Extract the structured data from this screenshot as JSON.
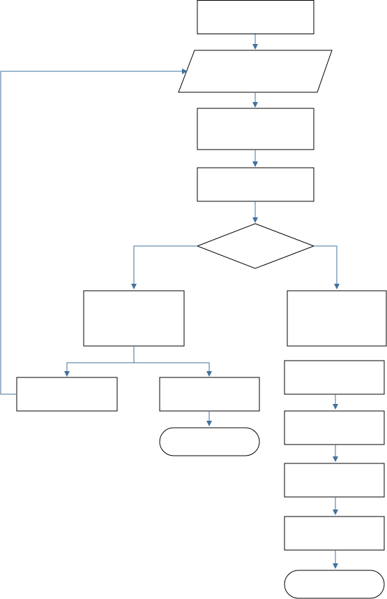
{
  "diagram": {
    "colors": {
      "connector": "#41719c",
      "stroke": "#000000",
      "fill": "#ffffff",
      "background": "#ffffff"
    },
    "nodes": [
      {
        "id": "start-box",
        "shape": "rect",
        "label": ""
      },
      {
        "id": "input-parallelogram",
        "shape": "parallelogram",
        "label": ""
      },
      {
        "id": "process-box-1",
        "shape": "rect",
        "label": ""
      },
      {
        "id": "process-box-2",
        "shape": "rect",
        "label": ""
      },
      {
        "id": "decision-diamond",
        "shape": "diamond",
        "label": ""
      },
      {
        "id": "left-branch-box",
        "shape": "rect",
        "label": ""
      },
      {
        "id": "right-branch-box",
        "shape": "rect",
        "label": ""
      },
      {
        "id": "loop-back-box",
        "shape": "rect",
        "label": ""
      },
      {
        "id": "left-sub-box",
        "shape": "rect",
        "label": ""
      },
      {
        "id": "left-terminator",
        "shape": "terminator",
        "label": ""
      },
      {
        "id": "right-step-1",
        "shape": "rect",
        "label": ""
      },
      {
        "id": "right-step-2",
        "shape": "rect",
        "label": ""
      },
      {
        "id": "right-step-3",
        "shape": "rect",
        "label": ""
      },
      {
        "id": "right-step-4",
        "shape": "rect",
        "label": ""
      },
      {
        "id": "right-terminator",
        "shape": "terminator",
        "label": ""
      }
    ],
    "edges": [
      {
        "from": "start-box",
        "to": "input-parallelogram"
      },
      {
        "from": "input-parallelogram",
        "to": "process-box-1"
      },
      {
        "from": "process-box-1",
        "to": "process-box-2"
      },
      {
        "from": "process-box-2",
        "to": "decision-diamond"
      },
      {
        "from": "decision-diamond",
        "to": "left-branch-box"
      },
      {
        "from": "decision-diamond",
        "to": "right-branch-box"
      },
      {
        "from": "left-branch-box",
        "to": "loop-back-box"
      },
      {
        "from": "left-branch-box",
        "to": "left-sub-box"
      },
      {
        "from": "loop-back-box",
        "to": "input-parallelogram"
      },
      {
        "from": "left-sub-box",
        "to": "left-terminator"
      },
      {
        "from": "right-step-1",
        "to": "right-step-2"
      },
      {
        "from": "right-step-2",
        "to": "right-step-3"
      },
      {
        "from": "right-step-3",
        "to": "right-step-4"
      },
      {
        "from": "right-step-4",
        "to": "right-terminator"
      }
    ]
  }
}
